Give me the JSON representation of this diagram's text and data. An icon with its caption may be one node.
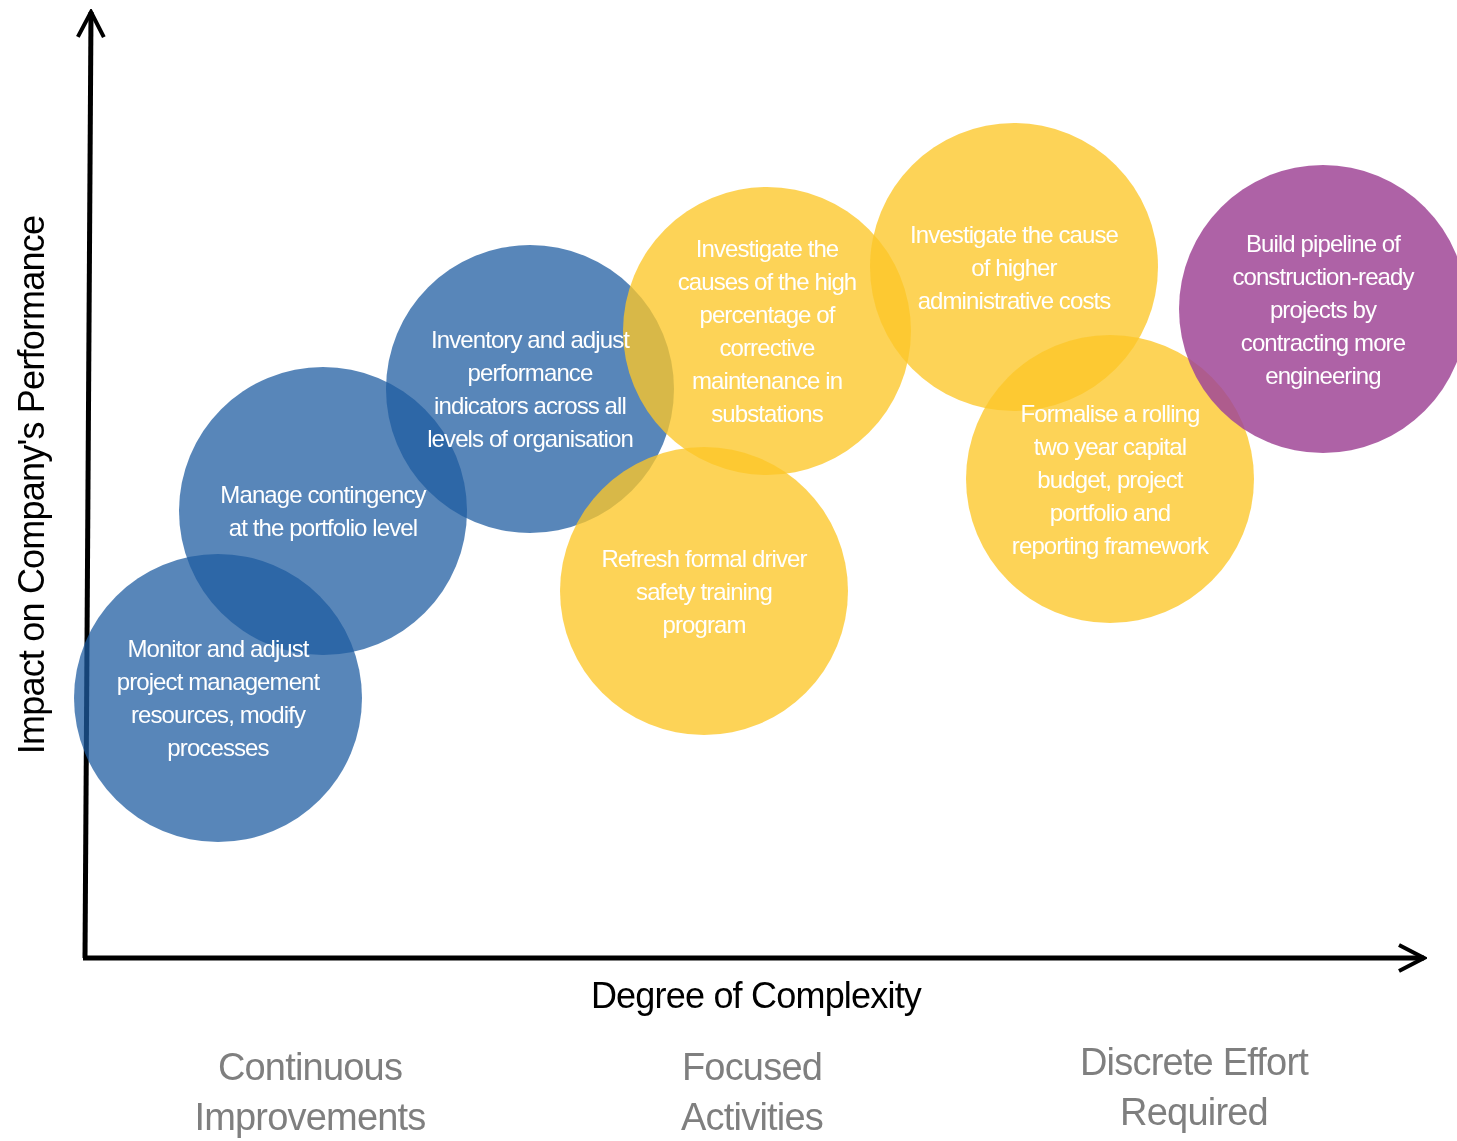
{
  "diagram": {
    "nodes": [
      {
        "text": [
          "Monitor and adjust project management resources, modify processes"
        ]
      },
      {
        "text": [
          "Manage contingency at the portfolio level"
        ]
      },
      {
        "text": [
          "Inventory and adjust performance indicators across all levels of organisation"
        ]
      },
      {
        "text": [
          "Investigate the causes of the high percentage of corrective maintenance in substations"
        ]
      },
      {
        "text": [
          "Refresh formal driver safety training program"
        ]
      },
      {
        "text": [
          "Investigate the cause of higher administrative costs"
        ]
      },
      {
        "text": [
          "Formalise a rolling two year capital budget, project portfolio and reporting framework"
        ]
      },
      {
        "text": [
          "Build pipeline of construction-ready projects by contracting more engineering"
        ]
      }
    ],
    "labels": [
      "Impact on Company's Performance",
      "Degree of Complexity",
      "Continuous Improvements",
      "Focused Activities",
      "Discrete Effort Required"
    ]
  }
}
